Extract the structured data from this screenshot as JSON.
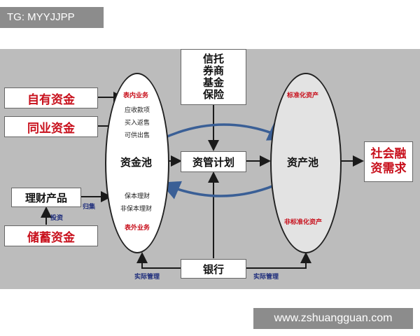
{
  "header_tag": "TG: MYYJJPP",
  "watermark": "www.zshuangguan.com",
  "sources": {
    "own_funds": "自有资金",
    "interbank_funds": "同业资金",
    "wealth_product": "理财产品",
    "savings_funds": "储蓄资金"
  },
  "institutions": [
    "信托",
    "券商",
    "基金",
    "保险"
  ],
  "fund_pool": {
    "title": "资金池",
    "on_balance_label": "表内业务",
    "on_balance_items": [
      "应收款项",
      "买入返售",
      "可供出售"
    ],
    "off_balance_items": [
      "保本理财",
      "非保本理财"
    ],
    "off_balance_label": "表外业务"
  },
  "asset_mgmt_plan": "资管计划",
  "asset_pool": {
    "title": "资产池",
    "standard_label": "标准化资产",
    "nonstandard_label": "非标准化资产"
  },
  "bank": "银行",
  "social_financing": [
    "社会融",
    "资需求"
  ],
  "flow_labels": {
    "collect": "归集",
    "invest": "投资",
    "manage_left": "实际管理",
    "manage_right": "实际管理"
  }
}
